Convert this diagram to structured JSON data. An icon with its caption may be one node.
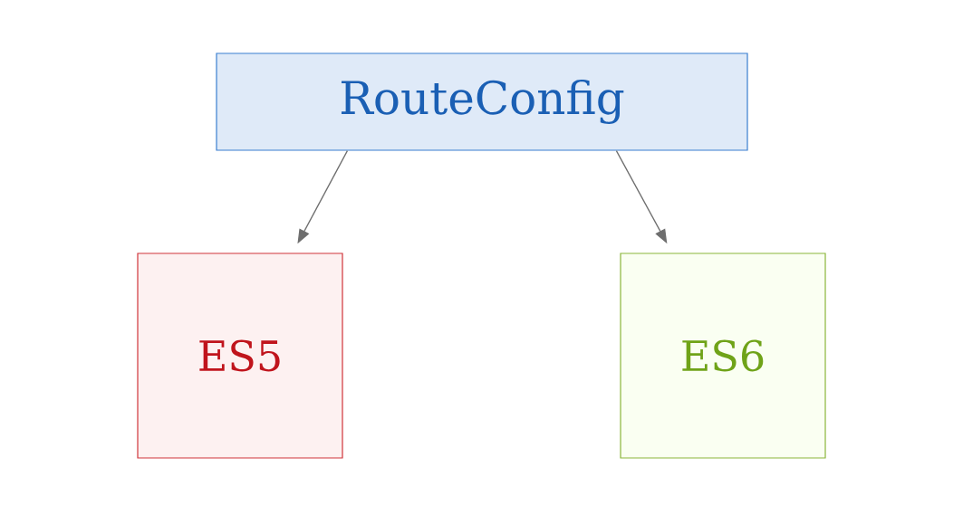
{
  "diagram": {
    "nodes": [
      {
        "text": [
          "RouteConfig"
        ]
      },
      {
        "text": [
          "ES5"
        ]
      },
      {
        "text": [
          "ES6"
        ]
      }
    ],
    "edges": [
      {
        "from": 0,
        "to": 1,
        "arrow": "to"
      },
      {
        "from": 0,
        "to": 2,
        "arrow": "to"
      }
    ]
  }
}
